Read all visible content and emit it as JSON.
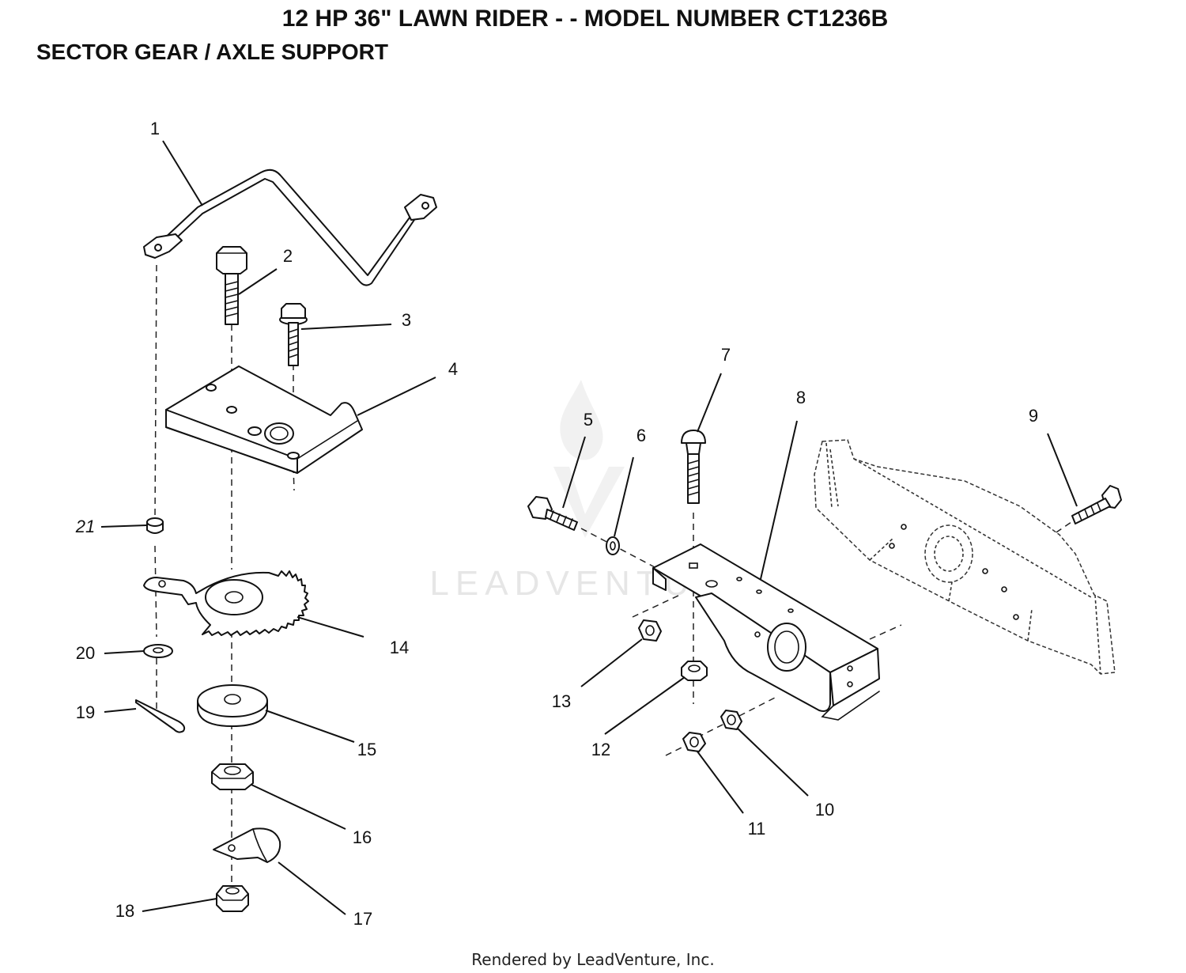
{
  "title": "12 HP 36\" LAWN RIDER - - MODEL NUMBER CT1236B",
  "subtitle": "SECTOR GEAR / AXLE SUPPORT",
  "footer": "Rendered by LeadVenture, Inc.",
  "watermark": "LEADVENTURE",
  "callouts": {
    "c1": "1",
    "c2": "2",
    "c3": "3",
    "c4": "4",
    "c5": "5",
    "c6": "6",
    "c7": "7",
    "c8": "8",
    "c9": "9",
    "c10": "10",
    "c11": "11",
    "c12": "12",
    "c13": "13",
    "c14": "14",
    "c15": "15",
    "c16": "16",
    "c17": "17",
    "c18": "18",
    "c19": "19",
    "c20": "20",
    "c21": "21"
  }
}
